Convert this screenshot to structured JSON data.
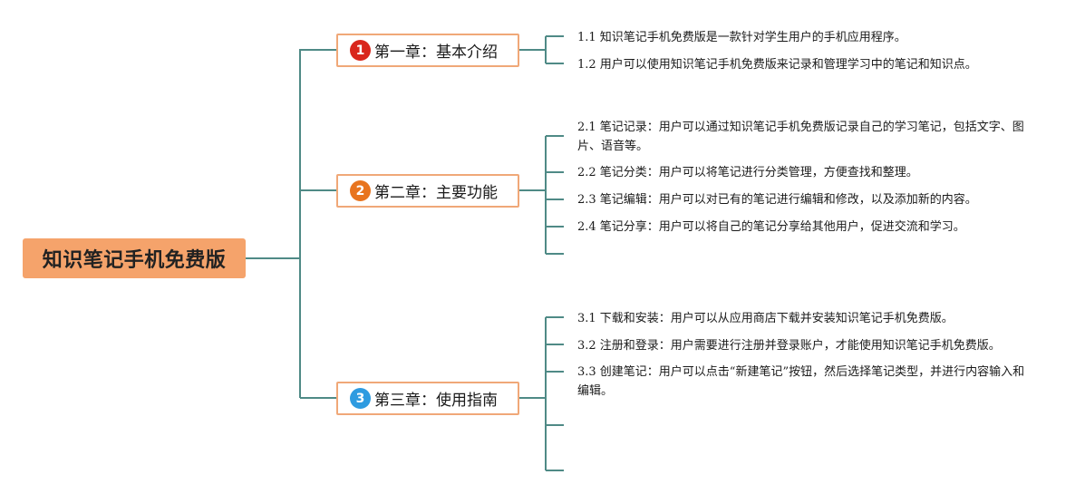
{
  "root": {
    "title": "知识笔记手机免费版"
  },
  "colors": {
    "line": "#4f8a86",
    "root_fill": "#f5a36b",
    "chapter_border": "#f0a878",
    "badge_1": "#d9261c",
    "badge_2": "#e8741e",
    "badge_3": "#2e9be0"
  },
  "chapters": [
    {
      "badge": "1",
      "title": "第一章：基本介绍",
      "items": [
        "1.1 知识笔记手机免费版是一款针对学生用户的手机应用程序。",
        "1.2 用户可以使用知识笔记手机免费版来记录和管理学习中的笔记和知识点。"
      ]
    },
    {
      "badge": "2",
      "title": "第二章：主要功能",
      "items": [
        "2.1 笔记记录：用户可以通过知识笔记手机免费版记录自己的学习笔记，包括文字、图片、语音等。",
        "2.2 笔记分类：用户可以将笔记进行分类管理，方便查找和整理。",
        "2.3 笔记编辑：用户可以对已有的笔记进行编辑和修改，以及添加新的内容。",
        "2.4 笔记分享：用户可以将自己的笔记分享给其他用户，促进交流和学习。",
        ""
      ]
    },
    {
      "badge": "3",
      "title": "第三章：使用指南",
      "items": [
        "3.1 下载和安装：用户可以从应用商店下载并安装知识笔记手机免费版。",
        "3.2 注册和登录：用户需要进行注册并登录账户，才能使用知识笔记手机免费版。",
        "3.3 创建笔记：用户可以点击“新建笔记”按钮，然后选择笔记类型，并进行内容输入和编辑。",
        "",
        ""
      ]
    }
  ]
}
